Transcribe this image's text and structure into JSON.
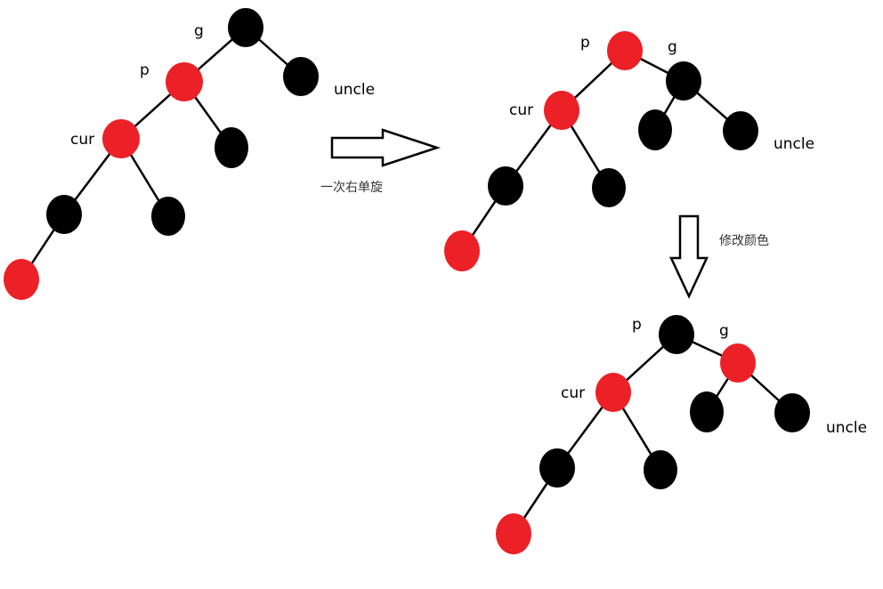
{
  "colors": {
    "red": "#ec2027",
    "black": "#000000"
  },
  "labels": {
    "g": "g",
    "p": "p",
    "cur": "cur",
    "uncle": "uncle"
  },
  "captions": {
    "rotation": "一次右单旋",
    "recolor": "修改颜色"
  },
  "trees": [
    {
      "name": "before",
      "nodes": [
        {
          "id": "g",
          "color": "black"
        },
        {
          "id": "p",
          "color": "red"
        },
        {
          "id": "uncle",
          "color": "black"
        },
        {
          "id": "cur",
          "color": "red"
        },
        {
          "id": "p-right",
          "color": "black"
        },
        {
          "id": "cur-left",
          "color": "black"
        },
        {
          "id": "cur-right",
          "color": "black"
        },
        {
          "id": "cur-left-left",
          "color": "red"
        }
      ]
    },
    {
      "name": "after-rotation",
      "nodes": [
        {
          "id": "p",
          "color": "red"
        },
        {
          "id": "g",
          "color": "black"
        },
        {
          "id": "cur",
          "color": "red"
        },
        {
          "id": "g-left",
          "color": "black"
        },
        {
          "id": "uncle",
          "color": "black"
        },
        {
          "id": "cur-left",
          "color": "black"
        },
        {
          "id": "cur-right",
          "color": "black"
        },
        {
          "id": "cur-left-left",
          "color": "red"
        }
      ]
    },
    {
      "name": "after-recolor",
      "nodes": [
        {
          "id": "p",
          "color": "black"
        },
        {
          "id": "g",
          "color": "red"
        },
        {
          "id": "cur",
          "color": "red"
        },
        {
          "id": "g-left",
          "color": "black"
        },
        {
          "id": "uncle",
          "color": "black"
        },
        {
          "id": "cur-left",
          "color": "black"
        },
        {
          "id": "cur-right",
          "color": "black"
        },
        {
          "id": "cur-left-left",
          "color": "red"
        }
      ]
    }
  ]
}
